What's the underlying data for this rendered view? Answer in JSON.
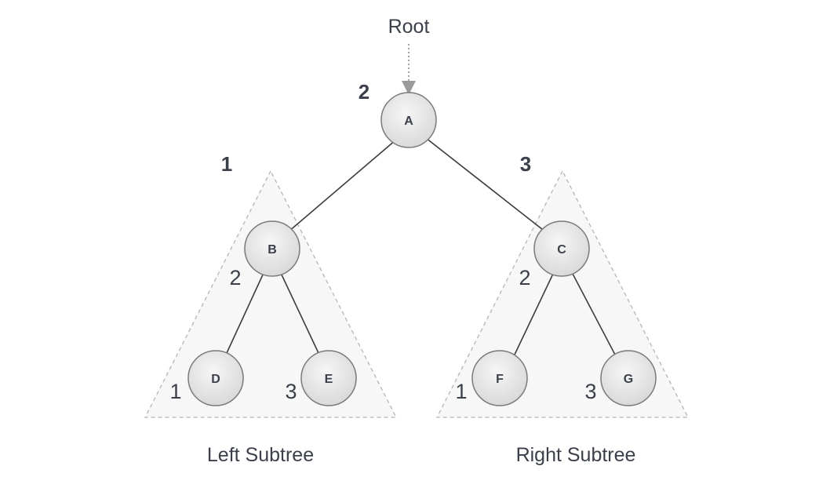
{
  "root_label": "Root",
  "colors": {
    "node_fill_light": "#f4f4f4",
    "node_fill_dark": "#dcdcdc",
    "node_stroke": "#7a7a7a",
    "edge": "#3c3c3c",
    "subtree_fill": "#f7f7f7",
    "subtree_border": "#b5b5b5",
    "text": "#3a3f4a",
    "arrow": "#9a9a9a"
  },
  "nodes": {
    "A": {
      "label": "A",
      "order": "2"
    },
    "B": {
      "label": "B",
      "order": "2"
    },
    "C": {
      "label": "C",
      "order": "2"
    },
    "D": {
      "label": "D",
      "order": "1"
    },
    "E": {
      "label": "E",
      "order": "3"
    },
    "F": {
      "label": "F",
      "order": "1"
    },
    "G": {
      "label": "G",
      "order": "3"
    }
  },
  "subtrees": {
    "left": {
      "label": "Left Subtree",
      "order": "1"
    },
    "right": {
      "label": "Right Subtree",
      "order": "3"
    }
  }
}
